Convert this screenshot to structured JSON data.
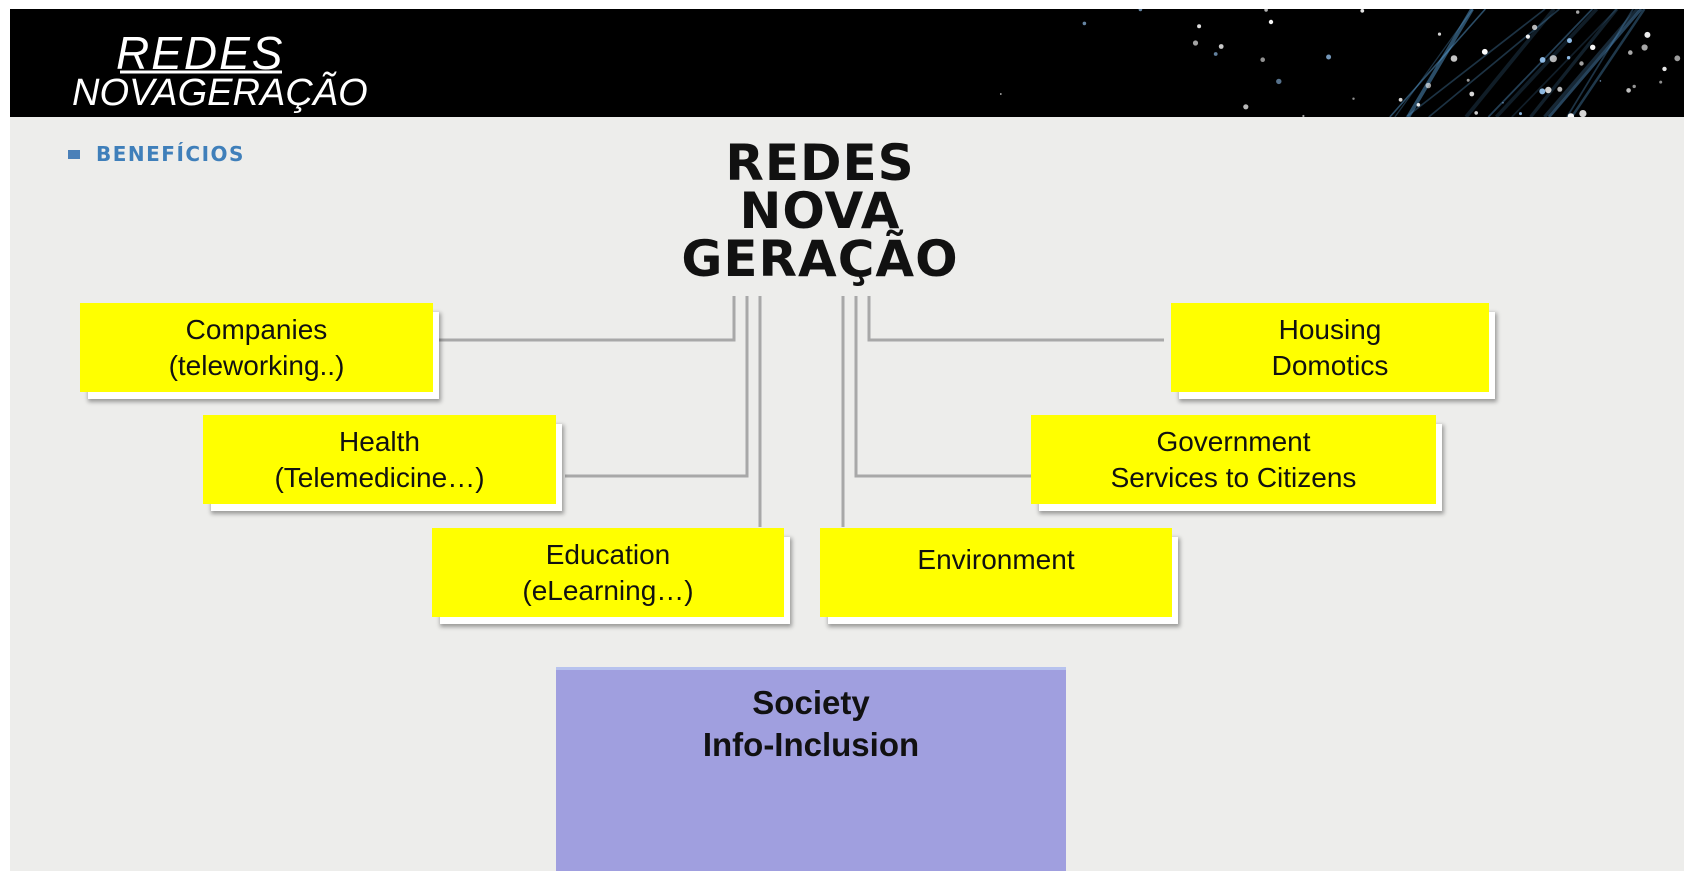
{
  "header": {
    "logo_line1": "REDES",
    "logo_line2": "NOVAGERAÇÃO"
  },
  "section_label": "BENEFÍCIOS",
  "center_title": {
    "line1": "REDES",
    "line2": "NOVA",
    "line3": "GERAÇÃO"
  },
  "boxes": {
    "companies": {
      "line1": "Companies",
      "line2": "(teleworking..)"
    },
    "health": {
      "line1": "Health",
      "line2": "(Telemedicine…)"
    },
    "education": {
      "line1": "Education",
      "line2": "(eLearning…)"
    },
    "environment": {
      "line1": "Environment"
    },
    "government": {
      "line1": "Government",
      "line2": "Services to Citizens"
    },
    "housing": {
      "line1": "Housing",
      "line2": "Domotics"
    }
  },
  "society": {
    "line1": "Society",
    "line2": "Info-Inclusion"
  },
  "colors": {
    "box_fill": "#ffff00",
    "society_fill": "#a09fdf",
    "connector": "#a8a8a8",
    "section_blue": "#3f7fba",
    "header_bg": "#000000"
  }
}
